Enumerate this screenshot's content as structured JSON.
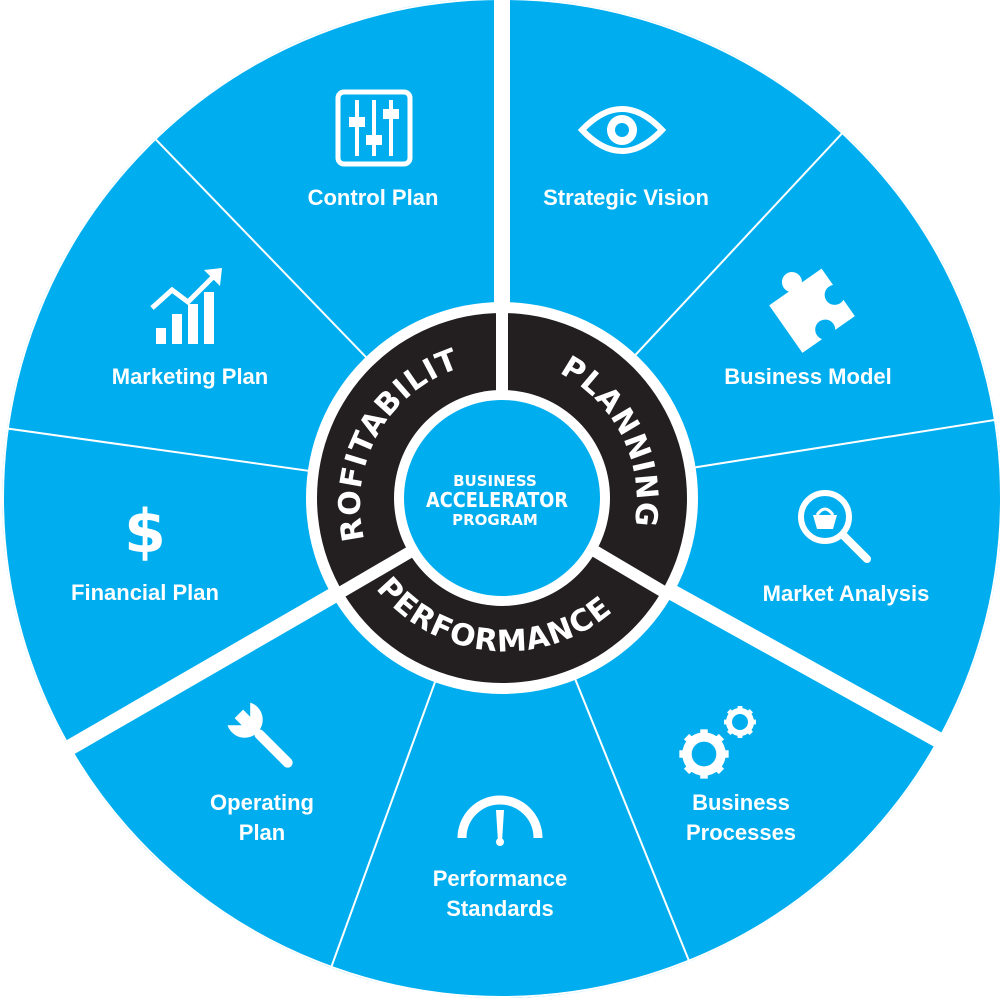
{
  "colors": {
    "segment": "#00aeef",
    "ring": "#231f20",
    "hub": "#00aeef",
    "text": "#ffffff",
    "divider": "#ffffff"
  },
  "hub": {
    "line1": "BUSINESS",
    "line2": "ACCELERATOR",
    "line3": "PROGRAM"
  },
  "ring": [
    {
      "label": "PLANNING"
    },
    {
      "label": "PERFORMANCE"
    },
    {
      "label": "PROFITABILITY"
    }
  ],
  "segments": [
    {
      "lines": [
        "Strategic Vision"
      ],
      "icon": "eye-icon"
    },
    {
      "lines": [
        "Business Model"
      ],
      "icon": "puzzle-icon"
    },
    {
      "lines": [
        "Market Analysis"
      ],
      "icon": "magnify-basket-icon"
    },
    {
      "lines": [
        "Business",
        "Processes"
      ],
      "icon": "gears-icon"
    },
    {
      "lines": [
        "Performance",
        "Standards"
      ],
      "icon": "gauge-icon"
    },
    {
      "lines": [
        "Operating",
        "Plan"
      ],
      "icon": "wrench-icon"
    },
    {
      "lines": [
        "Financial Plan"
      ],
      "icon": "dollar-icon"
    },
    {
      "lines": [
        "Marketing Plan"
      ],
      "icon": "growth-chart-icon"
    },
    {
      "lines": [
        "Control Plan"
      ],
      "icon": "sliders-icon"
    }
  ]
}
